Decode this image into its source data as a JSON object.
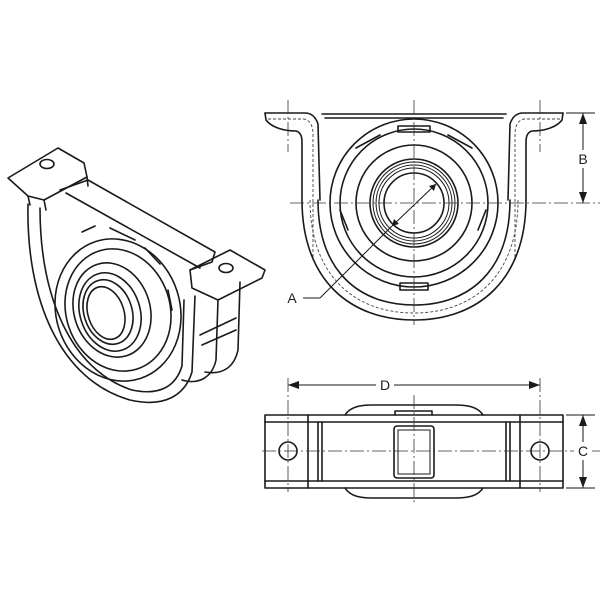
{
  "diagram": {
    "subject": "center support bearing",
    "views": [
      {
        "id": "isometric",
        "description": "3D isometric view"
      },
      {
        "id": "front",
        "description": "front elevation view"
      },
      {
        "id": "top",
        "description": "top/plan view"
      }
    ],
    "dimensions": {
      "A": {
        "label": "A",
        "meaning": "bore diameter"
      },
      "B": {
        "label": "B",
        "meaning": "height from bolt flange to bore center"
      },
      "C": {
        "label": "C",
        "meaning": "bracket width"
      },
      "D": {
        "label": "D",
        "meaning": "bolt hole center-to-center distance"
      }
    },
    "colors": {
      "line": "#1a1a1a",
      "background": "#ffffff"
    }
  }
}
